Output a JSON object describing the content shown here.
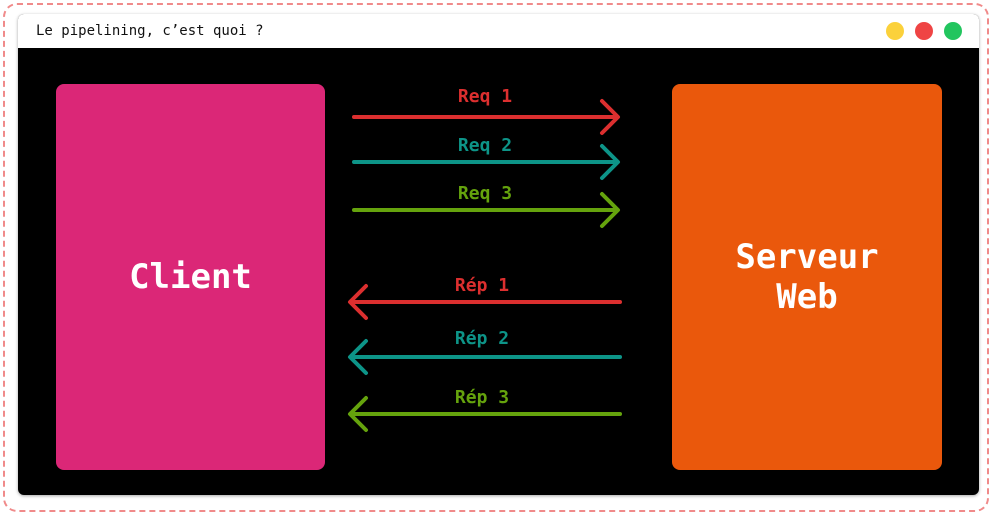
{
  "window": {
    "title": "Le pipelining, c’est quoi ?",
    "controls": {
      "yellow": "#fbd13b",
      "red": "#ef4444",
      "green": "#22c55e"
    }
  },
  "diagram": {
    "client": {
      "label": "Client",
      "color": "#db2777"
    },
    "server": {
      "label": "Serveur\nWeb",
      "color": "#ea580c"
    },
    "requests": [
      {
        "label": "Req 1",
        "color": "#dc2f2f"
      },
      {
        "label": "Req 2",
        "color": "#0d9488"
      },
      {
        "label": "Req 3",
        "color": "#65a30d"
      }
    ],
    "responses": [
      {
        "label": "Rép 1",
        "color": "#dc2f2f"
      },
      {
        "label": "Rép 2",
        "color": "#0d9488"
      },
      {
        "label": "Rép 3",
        "color": "#65a30d"
      }
    ]
  }
}
